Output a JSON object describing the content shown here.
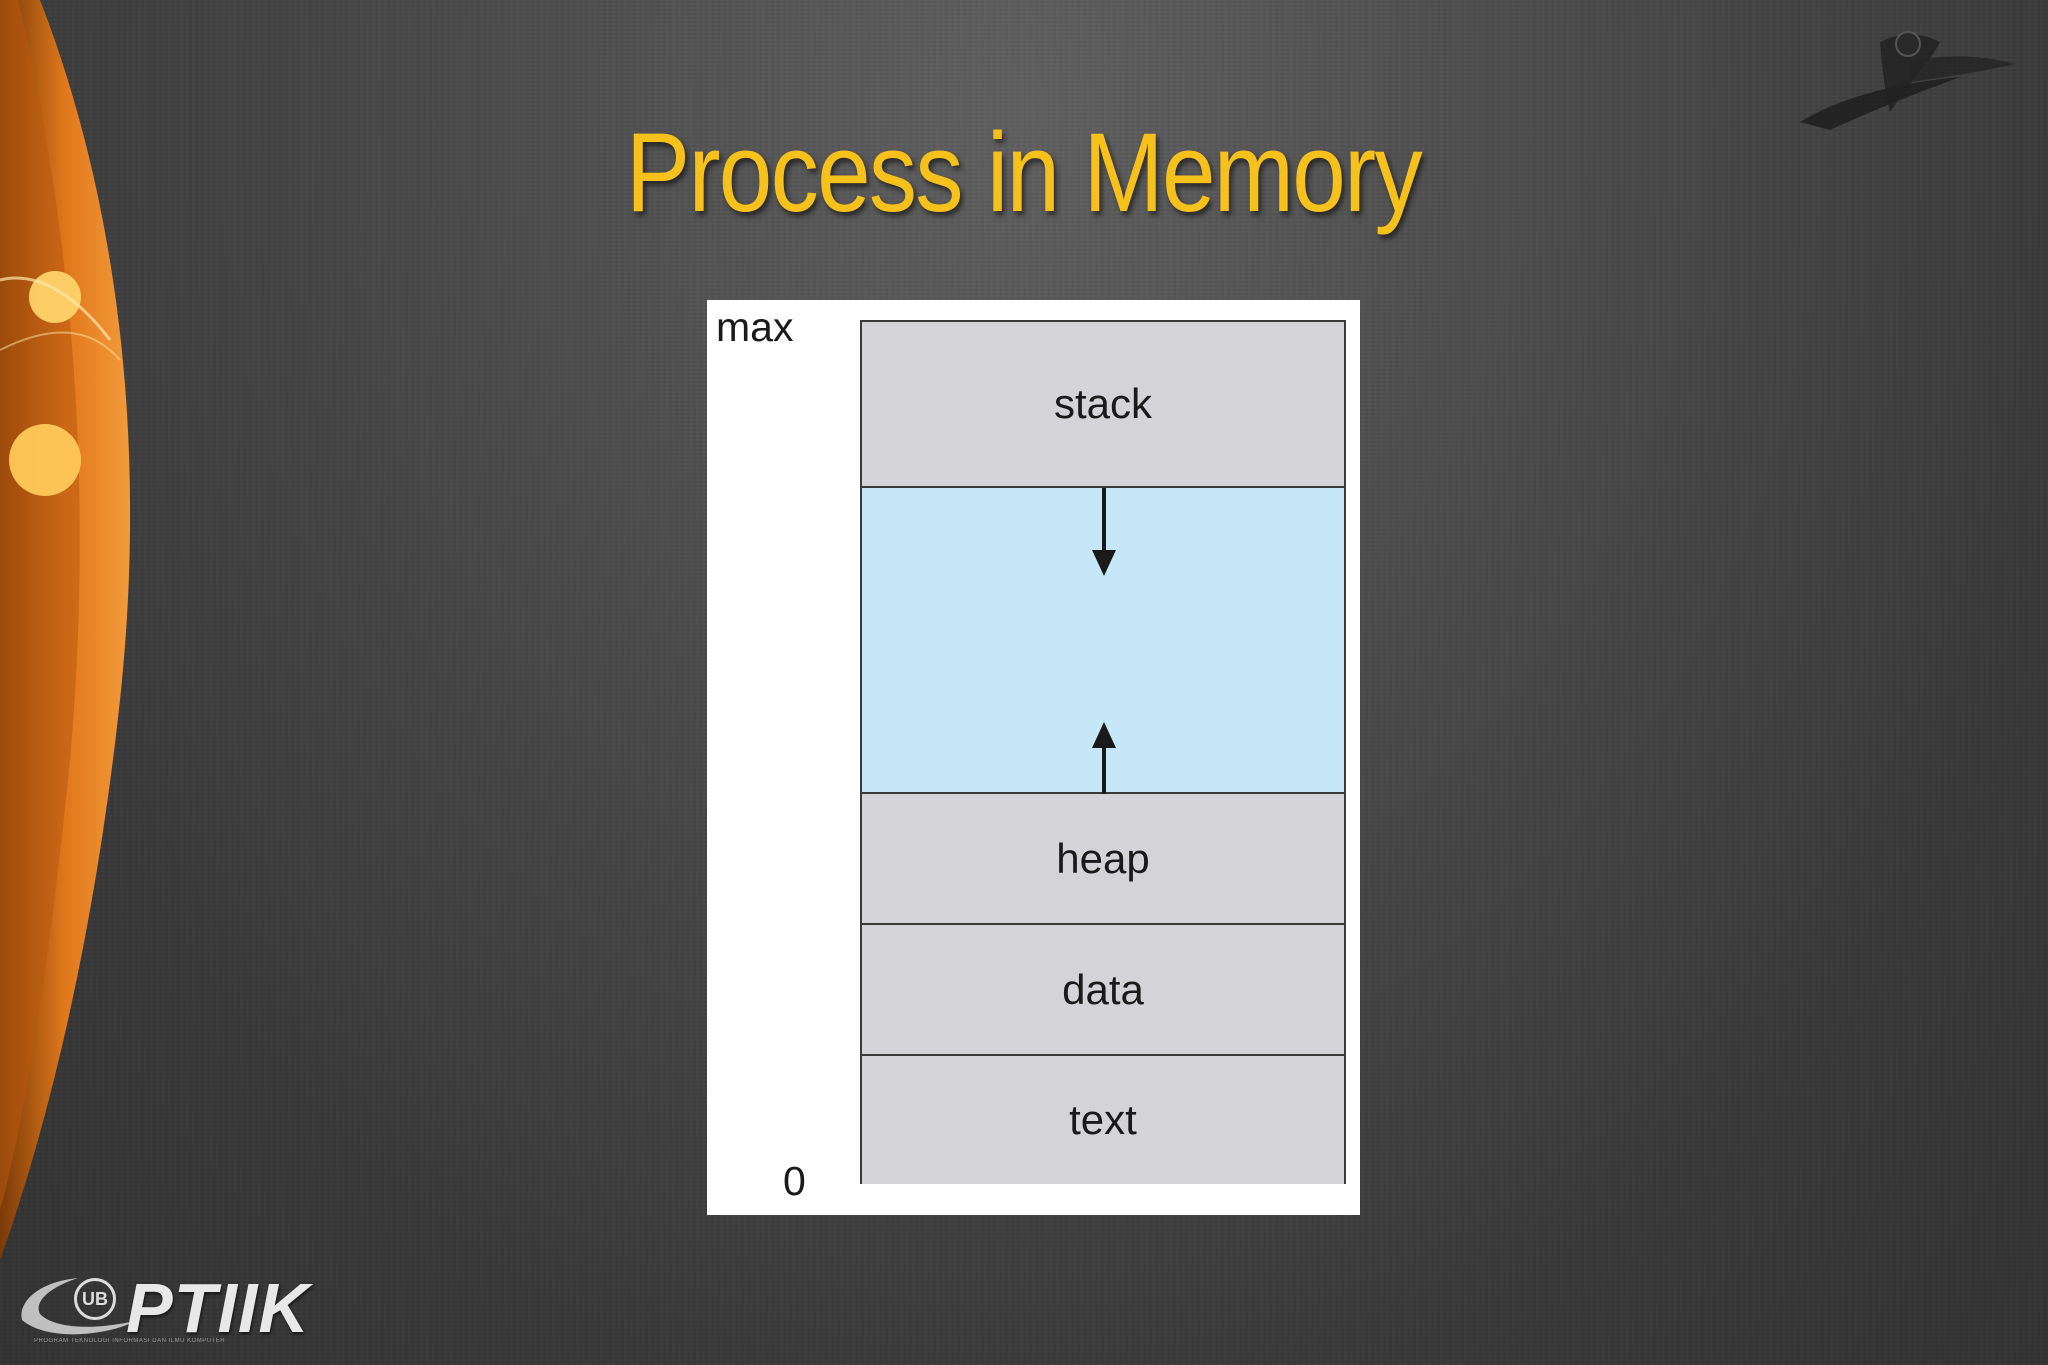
{
  "slide": {
    "title": "Process in Memory"
  },
  "diagram": {
    "address_top": "max",
    "address_bottom": "0",
    "segments": [
      {
        "label": "stack"
      },
      {
        "label": ""
      },
      {
        "label": "heap"
      },
      {
        "label": "data"
      },
      {
        "label": "text"
      }
    ],
    "colors": {
      "segment_fill": "#d4d4d8",
      "free_space_fill": "#c6e7f8",
      "border": "#3a3a3a"
    },
    "arrows": [
      "stack-grows-down-arrow",
      "heap-grows-up-arrow"
    ]
  },
  "branding": {
    "footer_logo_text": "PTIIK",
    "footer_badge_text": "UB",
    "footer_tagline": "PROGRAM TEKNOLOGI INFORMASI DAN ILMU KOMPUTER",
    "title_color": "#f7c11c"
  }
}
